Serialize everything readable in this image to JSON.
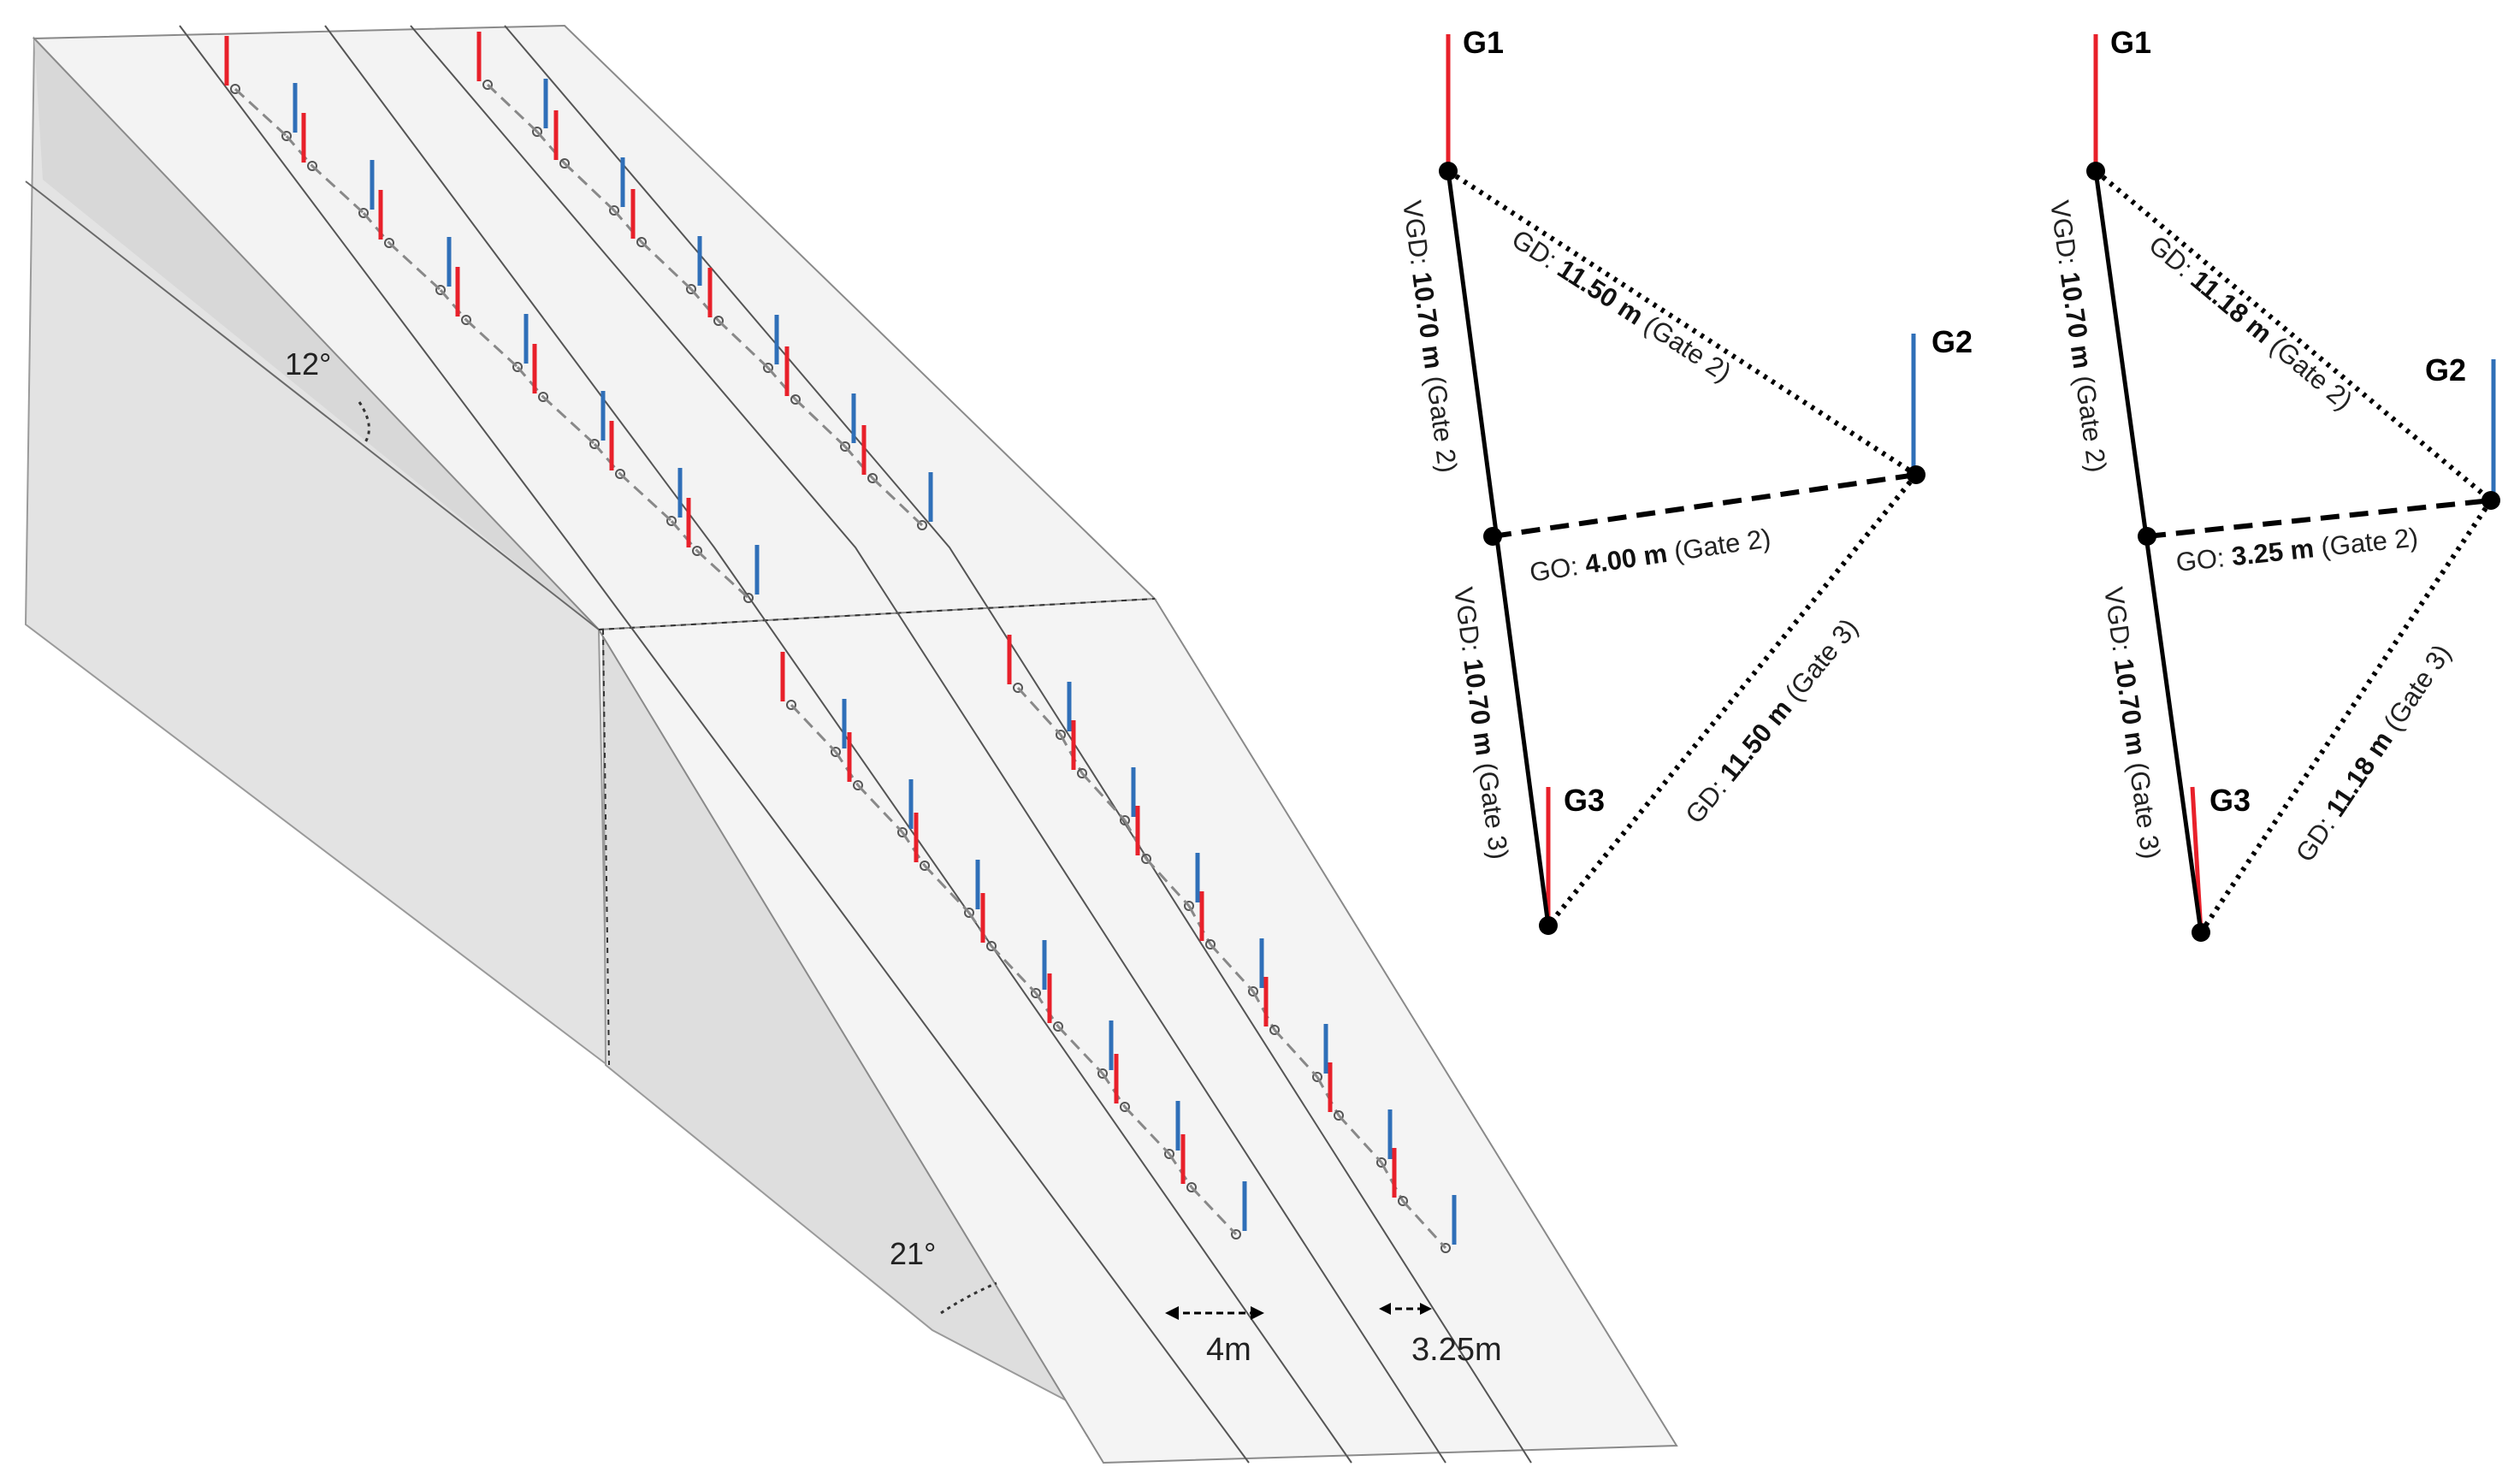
{
  "colors": {
    "red_pole": "#e8202a",
    "blue_pole": "#2f6fb8",
    "slope_face": "#f1f1f1",
    "slope_side": "#e0e0e0",
    "line": "#000000"
  },
  "slope": {
    "upper_angle": "12°",
    "lower_angle": "21°",
    "lane_width_wide": "4m",
    "lane_width_narrow": "3.25m"
  },
  "course_4m": {
    "gate1": "G1",
    "gate2": "G2",
    "gate3": "G3",
    "vgd_label": "VGD: ",
    "vgd_value": "10.70 m",
    "vgd_g2": " (Gate 2)",
    "vgd_g3": " (Gate 3)",
    "gd_label": "GD: ",
    "gd_value": "11.50 m",
    "gd_g2": " (Gate 2)",
    "gd_g3": " (Gate 3)",
    "go_label": "GO: ",
    "go_value": "4.00 m",
    "go_g2": " (Gate 2)"
  },
  "course_325m": {
    "gate1": "G1",
    "gate2": "G2",
    "gate3": "G3",
    "vgd_label": "VGD: ",
    "vgd_value": "10.70 m",
    "vgd_g2": " (Gate 2)",
    "vgd_g3": " (Gate 3)",
    "gd_label": "GD: ",
    "gd_value": "11.18 m",
    "gd_g2": " (Gate 2)",
    "gd_g3": " (Gate 3)",
    "go_label": "GO: ",
    "go_value": "3.25 m",
    "go_g2": " (Gate 2)"
  }
}
